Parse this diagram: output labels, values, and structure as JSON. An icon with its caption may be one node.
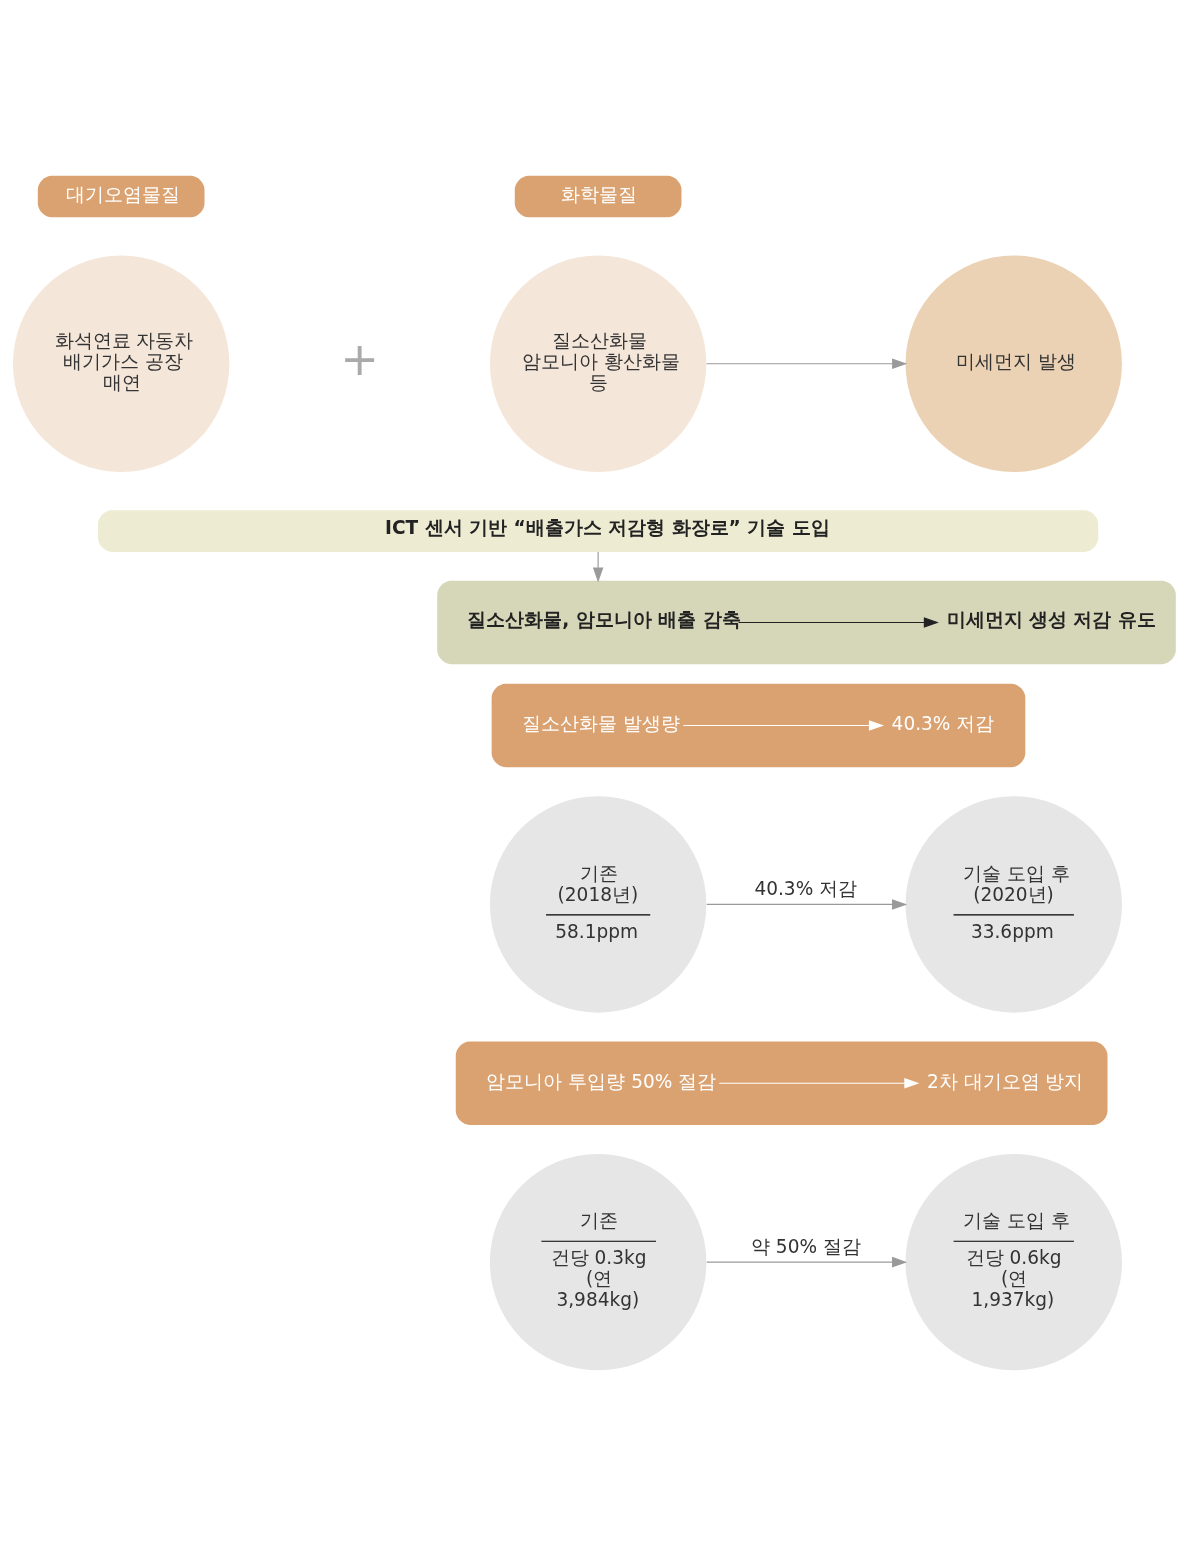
{
  "diagram": {
    "nodes": [
      {
        "text": [
          "대기오염물질"
        ]
      },
      {
        "text": [
          "화학물질"
        ]
      },
      {
        "text": [
          "화석연료 자동차 배기가스 공장 매연"
        ]
      },
      {
        "text": [
          "질소산화물 암모니아 황산화물 등"
        ]
      },
      {
        "text": [
          "미세먼지 발생"
        ]
      },
      {
        "text": [
          "ICT 센서 기반 “배출가스 저감형 화장로” 기술 도입"
        ]
      },
      {
        "text": [],
        "shape": "box"
      },
      {
        "text": [
          "질소산화물, 암모니아 배출 감축"
        ],
        "in": 6
      },
      {
        "text": [
          "미세먼지 생성 저감 유도"
        ],
        "in": 6
      },
      {
        "text": [],
        "shape": "box"
      },
      {
        "text": [
          "질소산화물 발생량"
        ],
        "in": 9
      },
      {
        "text": [
          "40.3% 저감"
        ],
        "in": 9
      },
      {
        "text": [
          "기존 (2018년)",
          "58.1ppm"
        ]
      },
      {
        "text": [
          "기술 도입 후 (2020년)",
          "33.6ppm"
        ]
      },
      {
        "text": [],
        "shape": "box"
      },
      {
        "text": [
          "암모니아 투입량 50% 절감"
        ],
        "in": 14
      },
      {
        "text": [
          "2차 대기오염 방지"
        ],
        "in": 14
      },
      {
        "text": [
          "기존",
          "건당 0.3kg (연 3,984kg)"
        ]
      },
      {
        "text": [
          "기술 도입 후",
          "건당 0.6kg (연 1,937kg)"
        ]
      }
    ],
    "edges": [
      {
        "from": 3,
        "to": 4,
        "arrow": "to"
      },
      {
        "from": 5,
        "to": 6,
        "arrow": "to"
      },
      {
        "from": 7,
        "to": 8,
        "arrow": "to",
        "color": "#222222"
      },
      {
        "from": 10,
        "to": 11,
        "arrow": "to",
        "color": "#ffffff"
      },
      {
        "from": 12,
        "to": 13,
        "arrow": "to",
        "label": "40.3% 저감"
      },
      {
        "from": 15,
        "to": 16,
        "arrow": "to",
        "color": "#ffffff"
      },
      {
        "from": 17,
        "to": 18,
        "arrow": "to",
        "label": "약 50% 절감"
      }
    ],
    "labels": [
      "+"
    ]
  }
}
